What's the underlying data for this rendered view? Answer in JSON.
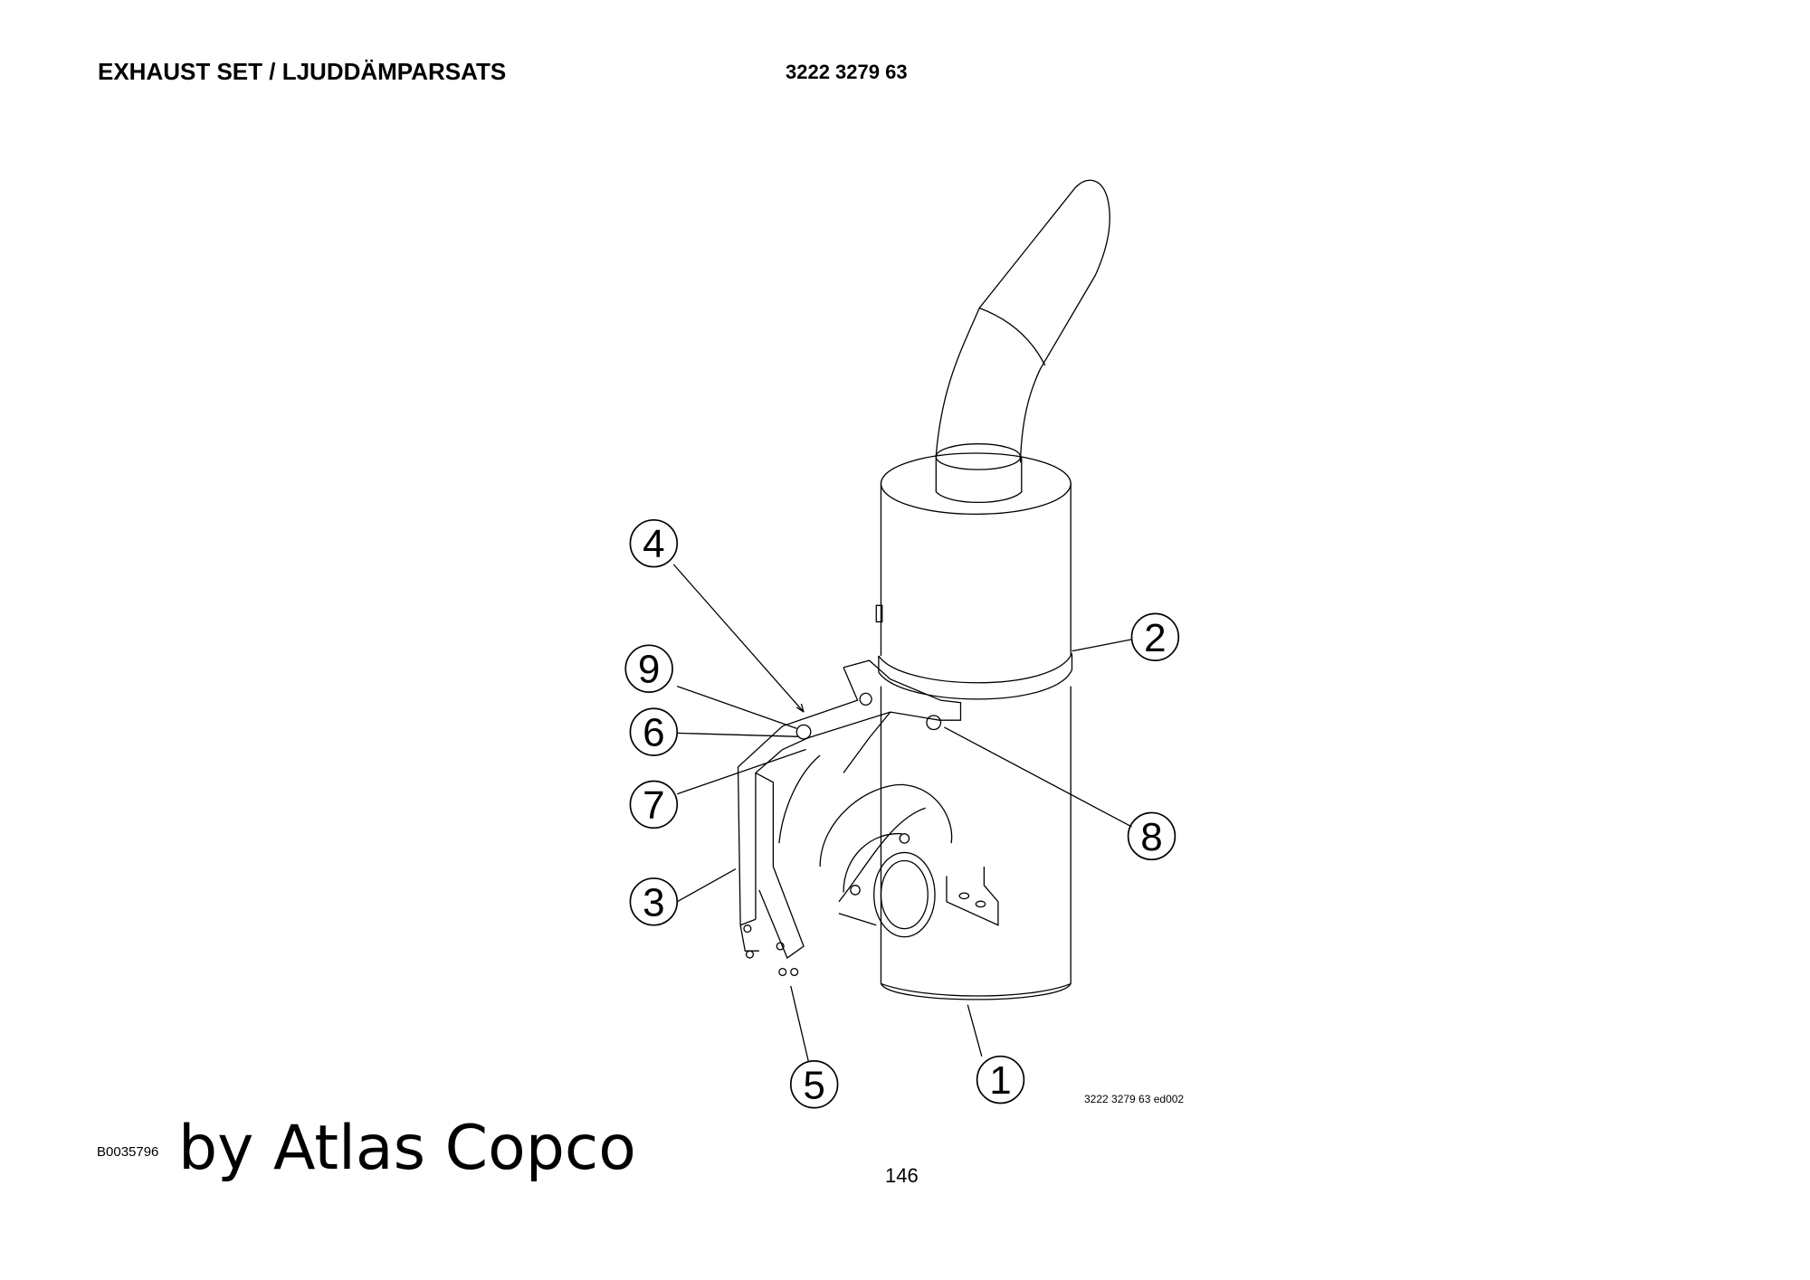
{
  "header": {
    "title": "EXHAUST SET / LJUDDÄMPARSATS",
    "part_number": "3222 3279 63"
  },
  "drawing": {
    "reference": "3222 3279 63 ed002",
    "callouts": [
      {
        "id": "c1",
        "label": "1"
      },
      {
        "id": "c2",
        "label": "2"
      },
      {
        "id": "c3",
        "label": "3"
      },
      {
        "id": "c4",
        "label": "4"
      },
      {
        "id": "c5",
        "label": "5"
      },
      {
        "id": "c6",
        "label": "6"
      },
      {
        "id": "c7",
        "label": "7"
      },
      {
        "id": "c8",
        "label": "8"
      },
      {
        "id": "c9",
        "label": "9"
      }
    ]
  },
  "footer": {
    "code": "B0035796",
    "brand": "by Atlas Copco",
    "page": "146"
  }
}
